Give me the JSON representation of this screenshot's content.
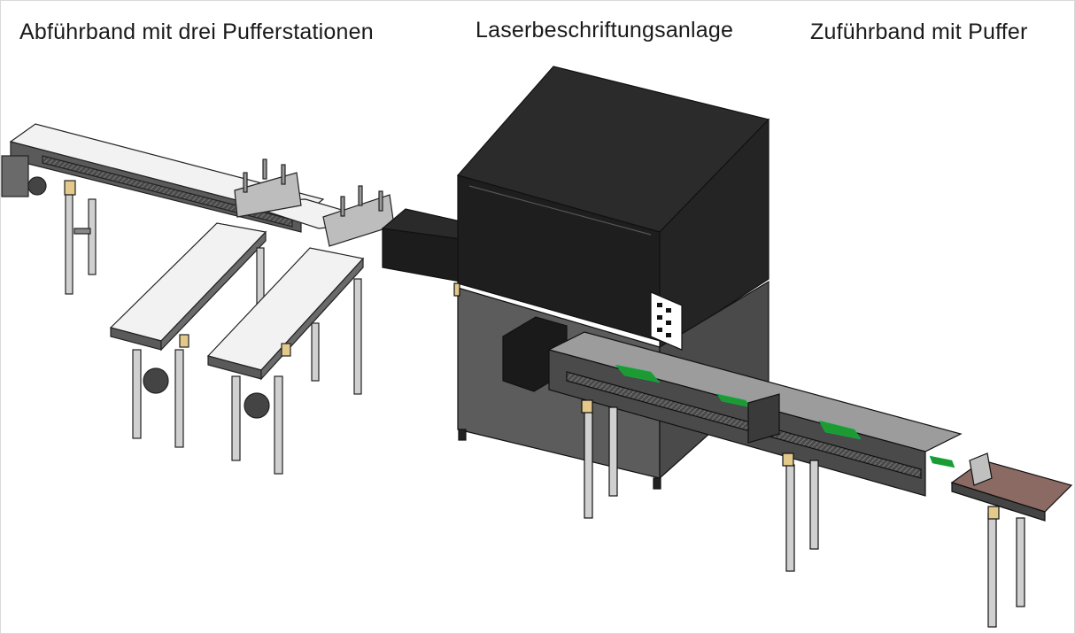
{
  "labels": {
    "outfeed": "Abführband mit drei Pufferstationen",
    "laser": "Laserbeschriftungsanlage",
    "infeed": "Zuführband mit Puffer"
  },
  "colors": {
    "belt": "#f2f2f2",
    "frame": "#3a3a3a",
    "cabinet": "#1e1e1e",
    "accent_green": "#1e9a32",
    "infeed_belt": "#8a6a62",
    "bracket": "#e3c98a"
  }
}
